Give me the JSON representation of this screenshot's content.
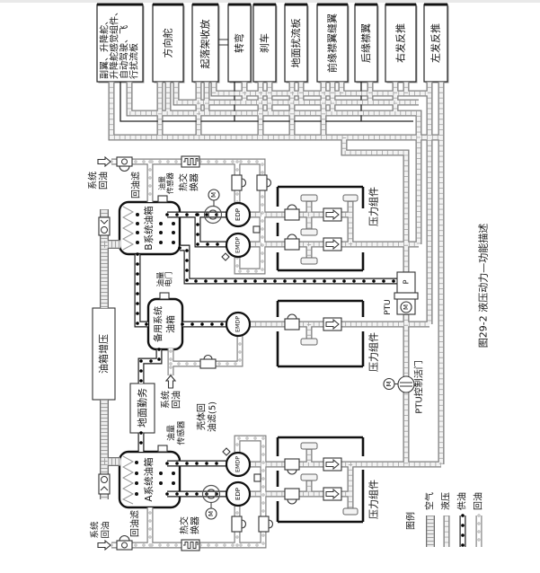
{
  "caption": "图29-2 液压动力—功能描述",
  "consumers": [
    {
      "lines": [
        "副翼、升降舵、",
        "升降舵感觉组件、",
        "自动驾驶、飞",
        "行扰流板"
      ]
    },
    {
      "label": "方向舵"
    },
    {
      "label": "起落架收放"
    },
    {
      "label": "转弯"
    },
    {
      "label": "刹车"
    },
    {
      "label": "地面扰流板"
    },
    {
      "label": "前缘襟翼缝翼"
    },
    {
      "label": "后缘襟翼"
    },
    {
      "label": "右发反推"
    },
    {
      "label": "左发反推"
    }
  ],
  "reservoirs": {
    "system_b": "B系统油箱",
    "system_a": "A系统油箱",
    "standby": [
      "备用系统",
      "油箱"
    ]
  },
  "pumps": {
    "edp": "EDP",
    "emdp": "EMDP",
    "motor": "M"
  },
  "ptu": {
    "label": "PTU",
    "pump_port": "P",
    "motor": "M",
    "control_valve": "PTU控制活门"
  },
  "pressure_module": "压力组件",
  "boxes": {
    "reservoir_pressurization": "油箱增压",
    "ground_service": "地面勤务"
  },
  "labels": {
    "system_return": [
      "系统",
      "回油"
    ],
    "return_filter": "回油滤",
    "quantity_transmitter": [
      "油量",
      "传感器"
    ],
    "heat_exchanger": [
      "热交",
      "换器"
    ],
    "quantity_switch": [
      "油量",
      "电门"
    ],
    "case_drain_filter": [
      "壳体回",
      "油滤(5)"
    ]
  },
  "legend": {
    "title": "图例",
    "items": [
      {
        "label": "空气",
        "line": "air"
      },
      {
        "label": "液压",
        "line": "hydraulic"
      },
      {
        "label": "供油",
        "line": "supply"
      },
      {
        "label": "回油",
        "line": "return"
      }
    ]
  }
}
